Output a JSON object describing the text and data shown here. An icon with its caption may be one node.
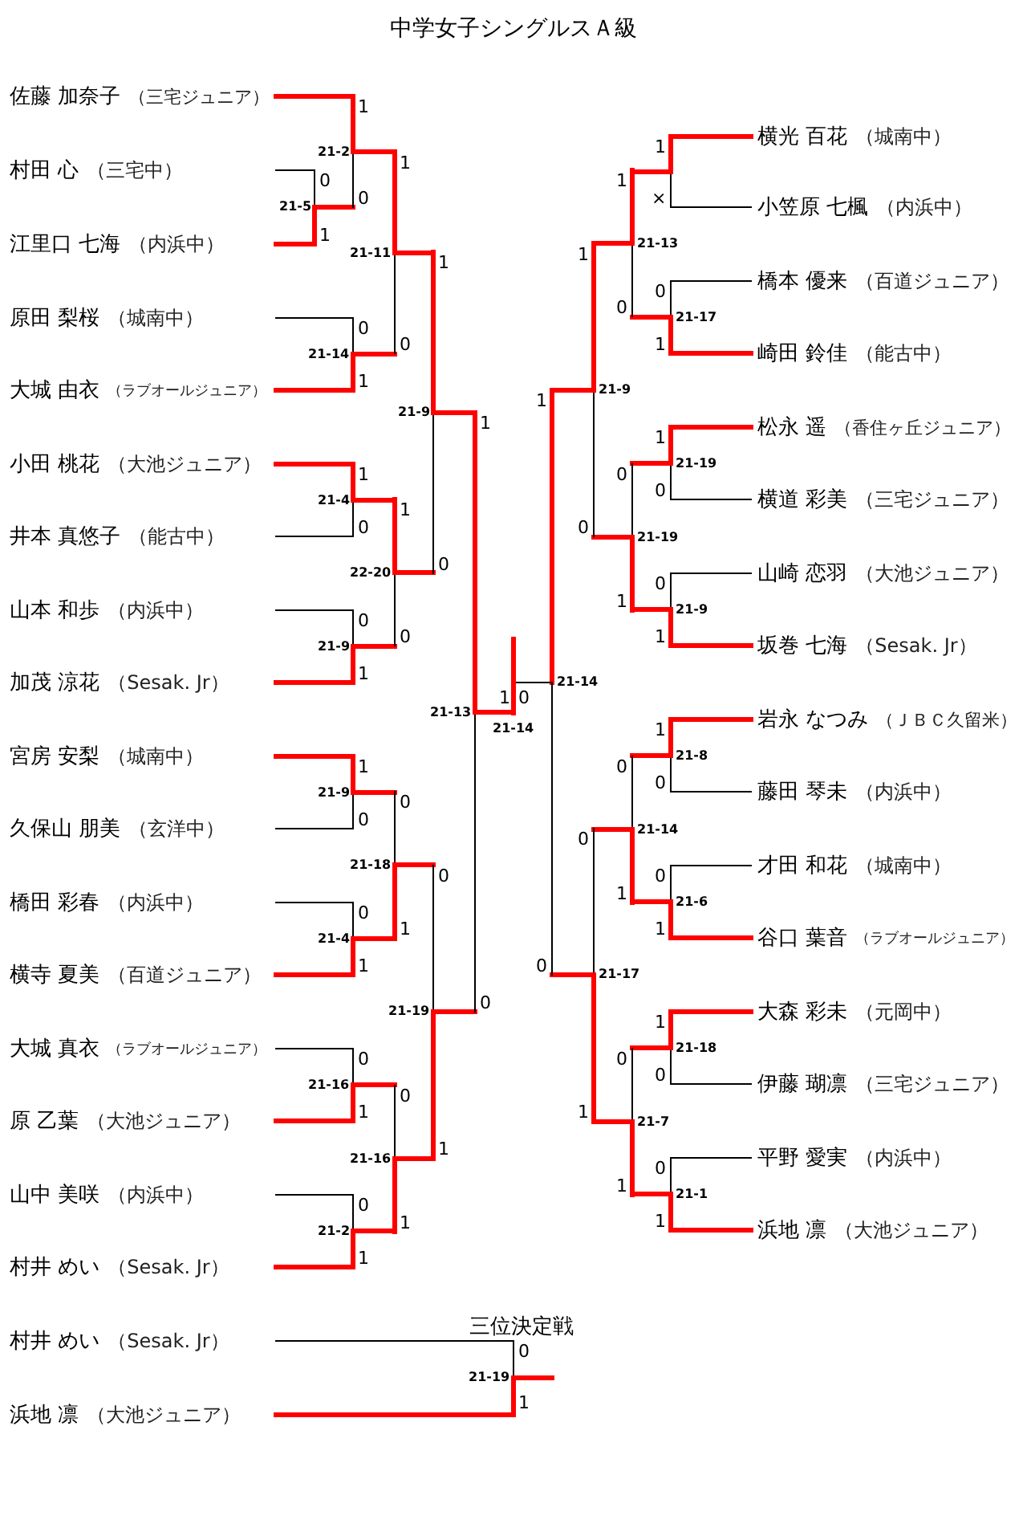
{
  "diagram": {
    "title": "中学女子シングルスＡ級",
    "nodes": [
      {
        "text": [
          "佐藤 加奈子",
          "（三宅ジュニア）"
        ]
      },
      {
        "text": [
          "村田 心",
          "（三宅中）"
        ]
      },
      {
        "text": [
          "江里口 七海",
          "（内浜中）"
        ]
      },
      {
        "text": [
          "原田 梨桜",
          "（城南中）"
        ]
      },
      {
        "text": [
          "大城 由衣",
          "（ラブオールジュニア）"
        ]
      },
      {
        "text": [
          "小田 桃花",
          "（大池ジュニア）"
        ]
      },
      {
        "text": [
          "井本 真悠子",
          "（能古中）"
        ]
      },
      {
        "text": [
          "山本 和歩",
          "（内浜中）"
        ]
      },
      {
        "text": [
          "加茂 涼花",
          "（Sesak. Jr）"
        ]
      },
      {
        "text": [
          "宮房 安梨",
          "（城南中）"
        ]
      },
      {
        "text": [
          "久保山 朋美",
          "（玄洋中）"
        ]
      },
      {
        "text": [
          "橋田 彩春",
          "（内浜中）"
        ]
      },
      {
        "text": [
          "横寺 夏美",
          "（百道ジュニア）"
        ]
      },
      {
        "text": [
          "大城 真衣",
          "（ラブオールジュニア）"
        ]
      },
      {
        "text": [
          "原 乙葉",
          "（大池ジュニア）"
        ]
      },
      {
        "text": [
          "山中 美咲",
          "（内浜中）"
        ]
      },
      {
        "text": [
          "村井 めい",
          "（Sesak. Jr）"
        ]
      },
      {
        "text": [
          "村井 めい",
          "（Sesak. Jr）"
        ]
      },
      {
        "text": [
          "浜地 凛",
          "（大池ジュニア）"
        ]
      },
      {
        "text": [
          "横光 百花",
          "（城南中）"
        ]
      },
      {
        "text": [
          "小笠原 七楓",
          "（内浜中）"
        ]
      },
      {
        "text": [
          "橋本 優来",
          "（百道ジュニア）"
        ]
      },
      {
        "text": [
          "崎田 鈴佳",
          "（能古中）"
        ]
      },
      {
        "text": [
          "松永 遥",
          "（香住ヶ丘ジュニア）"
        ]
      },
      {
        "text": [
          "横道 彩美",
          "（三宅ジュニア）"
        ]
      },
      {
        "text": [
          "山崎 恋羽",
          "（大池ジュニア）"
        ]
      },
      {
        "text": [
          "坂巻 七海",
          "（Sesak. Jr）"
        ]
      },
      {
        "text": [
          "岩永 なつみ",
          "（ＪＢＣ久留米）"
        ]
      },
      {
        "text": [
          "藤田 琴未",
          "（内浜中）"
        ]
      },
      {
        "text": [
          "才田 和花",
          "（城南中）"
        ]
      },
      {
        "text": [
          "谷口 葉音",
          "（ラブオールジュニア）"
        ]
      },
      {
        "text": [
          "大森 彩未",
          "（元岡中）"
        ]
      },
      {
        "text": [
          "伊藤 瑚凛",
          "（三宅ジュニア）"
        ]
      },
      {
        "text": [
          "平野 愛実",
          "（内浜中）"
        ]
      },
      {
        "text": [
          "浜地 凛",
          "（大池ジュニア）"
        ]
      }
    ],
    "labels": [
      "0",
      "1",
      "21-5",
      "1",
      "0",
      "21-2",
      "0",
      "1",
      "21-14",
      "1",
      "0",
      "21-4",
      "0",
      "1",
      "21-9",
      "1",
      "0",
      "21-9",
      "0",
      "1",
      "21-4",
      "0",
      "1",
      "21-16",
      "0",
      "1",
      "21-2",
      "1",
      "0",
      "21-11",
      "1",
      "0",
      "22-20",
      "0",
      "1",
      "21-18",
      "0",
      "1",
      "21-16",
      "1",
      "0",
      "21-9",
      "0",
      "1",
      "21-19",
      "1",
      "0",
      "21-13",
      "1",
      "×",
      "0",
      "1",
      "21-17",
      "1",
      "0",
      "21-19",
      "0",
      "1",
      "21-9",
      "1",
      "0",
      "21-8",
      "0",
      "1",
      "21-6",
      "1",
      "0",
      "21-18",
      "0",
      "1",
      "21-1",
      "1",
      "0",
      "21-13",
      "0",
      "1",
      "21-19",
      "0",
      "1",
      "21-14",
      "0",
      "1",
      "21-7",
      "1",
      "0",
      "21-9",
      "0",
      "1",
      "21-17",
      "1",
      "0",
      "21-14",
      "1",
      "0",
      "21-14",
      "三位決定戦",
      "0",
      "1",
      "21-19"
    ]
  }
}
